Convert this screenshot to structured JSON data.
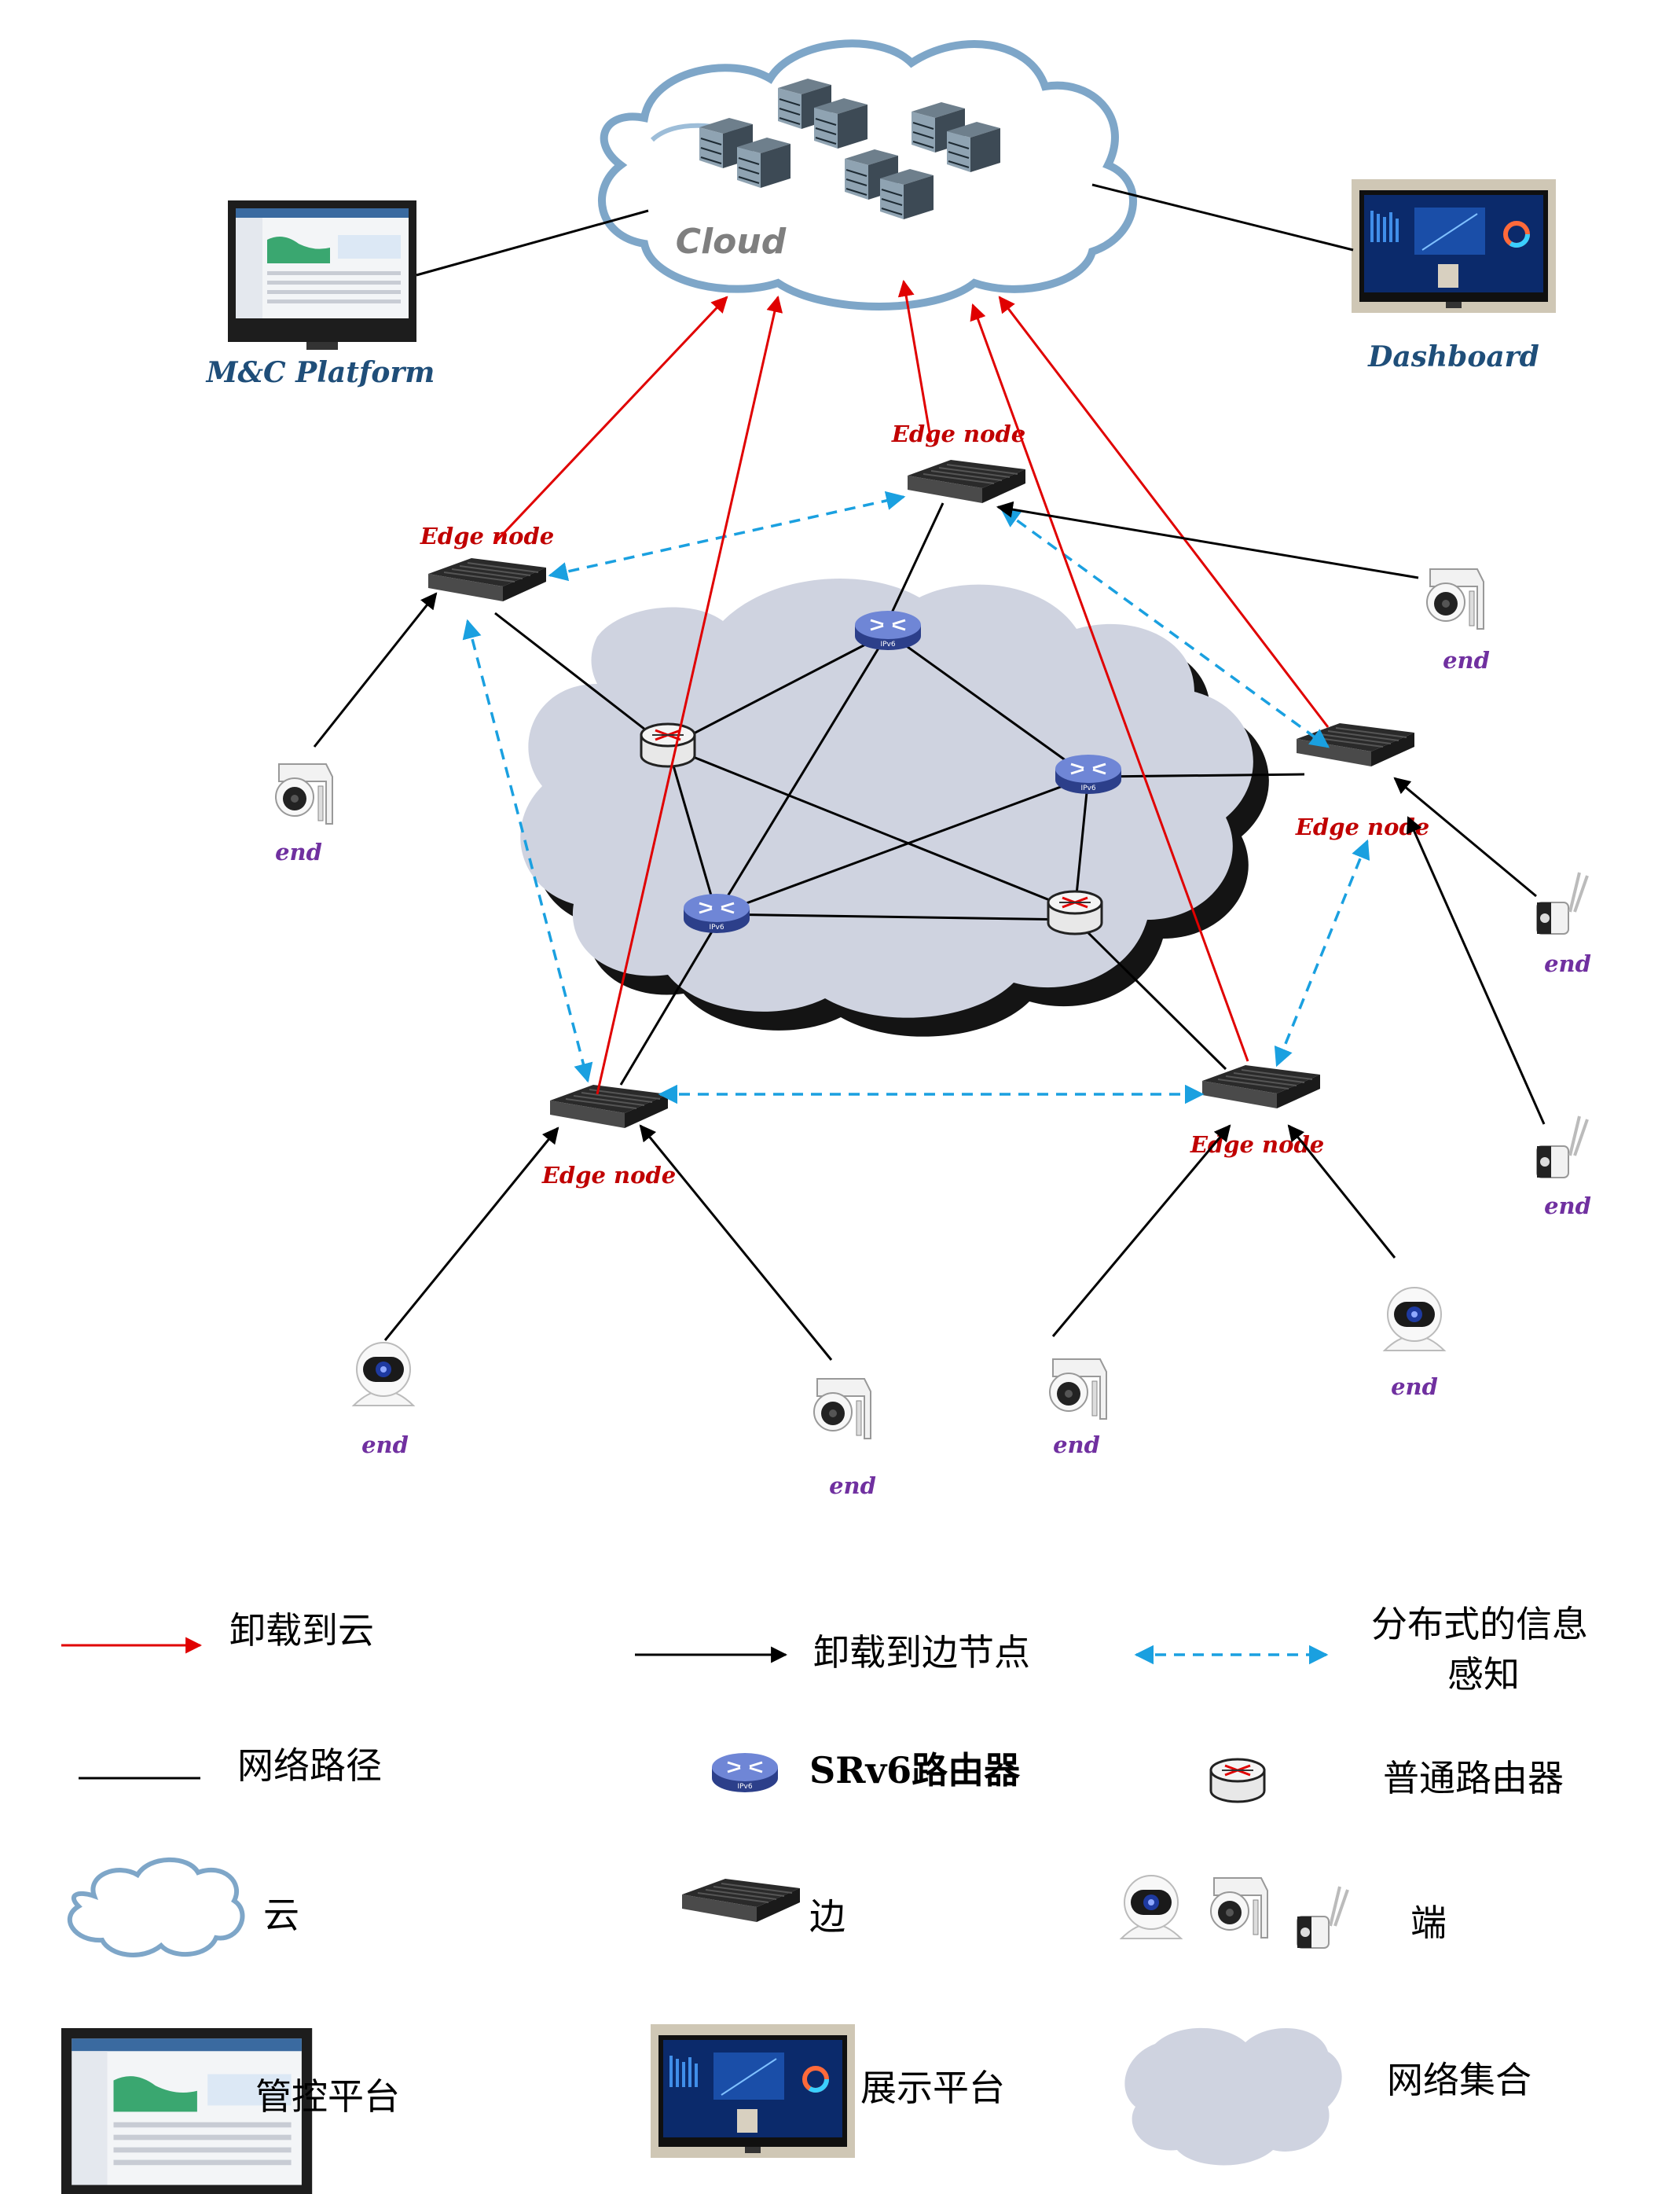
{
  "cloud_label": "Cloud",
  "platforms": {
    "mc": "M&C Platform",
    "dashboard": "Dashboard"
  },
  "node_labels": {
    "edge": "Edge node",
    "end": "end"
  },
  "colors": {
    "offload_cloud": "#e00000",
    "offload_edge": "#000000",
    "info_sense": "#1aa0e0",
    "cloud_fill": "#ffffff",
    "cloud_outline": "#7ea6c8",
    "network_cloud": "#cfd3e0",
    "edge_label": "#c00000",
    "end_label": "#7030a0",
    "platform_label": "#1f4e79"
  },
  "legend": {
    "offload_to_cloud": "卸载到云",
    "offload_to_edge": "卸载到边节点",
    "distributed_info_line1": "分布式的信息",
    "distributed_info_line2": "感知",
    "network_path": "网络路径",
    "srv6_router": "SRv6路由器",
    "normal_router": "普通路由器",
    "cloud": "云",
    "edge": "边",
    "end": "端",
    "mc_platform": "管控平台",
    "display_platform": "展示平台",
    "network_set": "网络集合"
  },
  "icons": {
    "server_rack": "server-rack-icon",
    "edge_box": "edge-box-icon",
    "srv6_router": "srv6-router-icon",
    "normal_router": "normal-router-icon",
    "dome_camera": "dome-camera-icon",
    "bullet_camera": "bullet-camera-icon",
    "ptz_camera": "ptz-camera-icon",
    "monitor": "monitor-icon"
  }
}
